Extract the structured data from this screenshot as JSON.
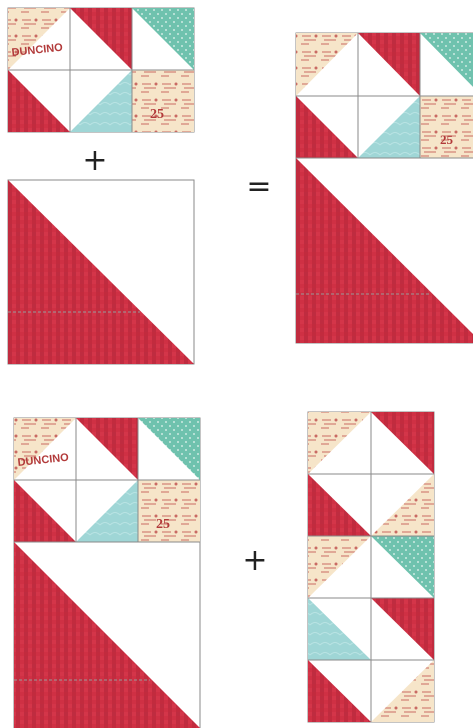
{
  "operators": {
    "plus_top": "+",
    "equals": "=",
    "plus_bottom": "+"
  },
  "colors": {
    "red_fabric": "#cf3044",
    "red_fabric_dark": "#b0263a",
    "aqua_dot": "#6fc2ae",
    "light_teal": "#9fd6d6",
    "cream_print": "#f6e5c9",
    "cream_print_ink": "#c96a63",
    "background": "#ffffff",
    "seam_line": "#9a9a9a"
  },
  "icons": {
    "small_block": "hst-grid-3x2",
    "big_triangle": "large-half-square-triangle",
    "vertical_strip": "hst-column-2x5"
  },
  "fabric_print_text": [
    "DUNCINO",
    "25"
  ]
}
